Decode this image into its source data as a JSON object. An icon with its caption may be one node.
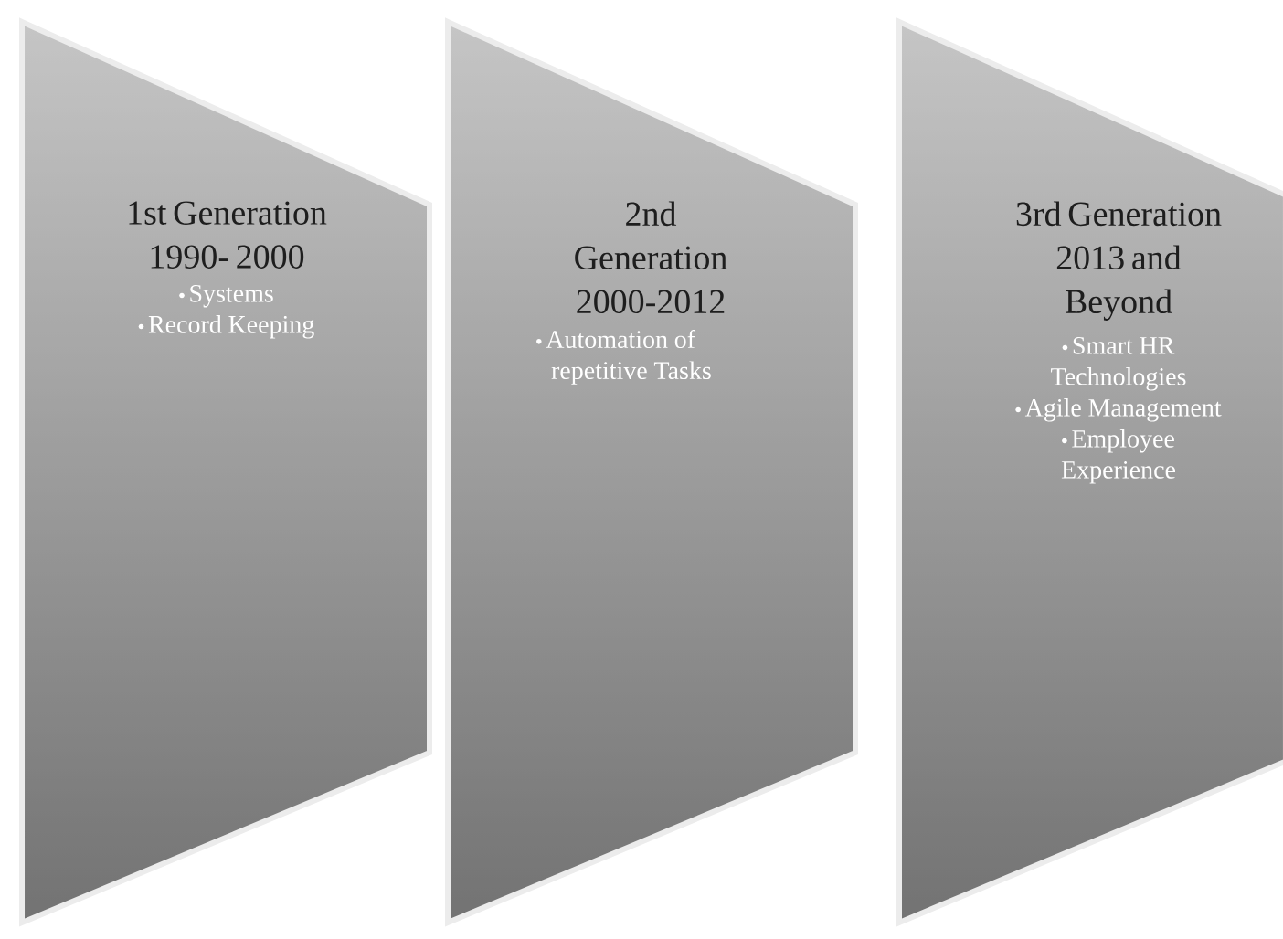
{
  "diagram": {
    "nodes": [
      {
        "text": [
          "1st Generation 1990- 2000",
          "Systems",
          "Record Keeping"
        ]
      },
      {
        "text": [
          "2nd Generation 2000-2012",
          "Automation of repetitive Tasks"
        ]
      },
      {
        "text": [
          "3rd Generation 2013 and Beyond",
          "Smart HR Technologies",
          "Agile Management",
          "Employee Experience"
        ]
      }
    ]
  }
}
